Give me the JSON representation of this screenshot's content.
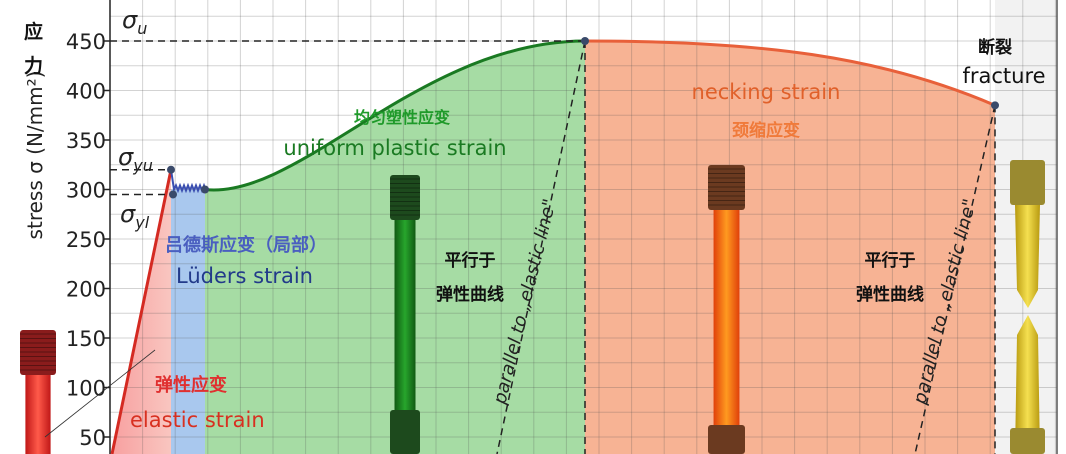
{
  "chart_data": {
    "type": "line",
    "title": "",
    "ylabel": "stress σ (N/mm²)",
    "ylabel_cn": "应力",
    "xlabel": "",
    "ylim": [
      0,
      475
    ],
    "yticks": [
      50,
      100,
      150,
      200,
      250,
      300,
      350,
      400,
      450
    ],
    "grid": true,
    "key_levels": [
      {
        "symbol": "σ",
        "sub": "u",
        "value": 450
      },
      {
        "symbol": "σ",
        "sub": "yu",
        "value": 320
      },
      {
        "symbol": "σ",
        "sub": "yl",
        "value": 295
      }
    ],
    "curve_stress_points": {
      "upper_yield": 320,
      "luders_plateau": 300,
      "ultimate": 450,
      "fracture": 385
    },
    "regions": [
      {
        "cn": "弹性应变",
        "en": "elastic strain",
        "color": "#e8423a"
      },
      {
        "cn": "吕德斯应变（局部）",
        "en": "Lüders strain",
        "color": "#3b4fb0"
      },
      {
        "cn": "均匀塑性应变",
        "en": "uniform plastic strain",
        "color": "#1f8a2a"
      },
      {
        "cn": "颈缩应变",
        "en": "necking strain",
        "color": "#f07a3a"
      }
    ],
    "annotations": {
      "parallel_cn": "平行于",
      "parallel_cn2": "弹性曲线",
      "parallel_en": "parallel to „elastic line\"",
      "fracture_cn": "断裂",
      "fracture_en": "fracture"
    }
  }
}
